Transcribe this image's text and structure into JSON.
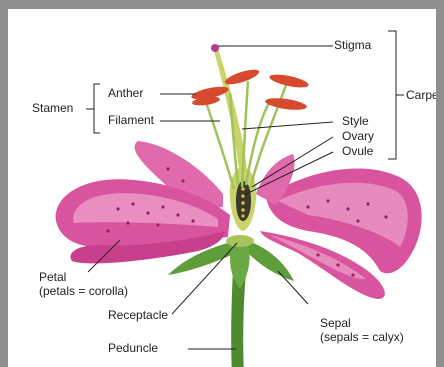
{
  "labels": {
    "stigma": "Stigma",
    "carpel": "Carpel",
    "stamen": "Stamen",
    "anther": "Anther",
    "filament": "Filament",
    "style": "Style",
    "ovary": "Ovary",
    "ovule": "Ovule",
    "petal_line1": "Petal",
    "petal_line2": "(petals = corolla)",
    "receptacle": "Receptacle",
    "sepal_line1": "Sepal",
    "sepal_line2": "(sepals = calyx)",
    "peduncle": "Peduncle"
  },
  "colors": {
    "petal": "#d9549e",
    "petal_light": "#f2b8d6",
    "petal_spot": "#9a1f5e",
    "sepal": "#5f9c3a",
    "stem": "#4f8a2f",
    "style": "#c9d36a",
    "ovary": "#3a3a2a",
    "anther": "#d84a2e",
    "leader_line": "#222222"
  }
}
